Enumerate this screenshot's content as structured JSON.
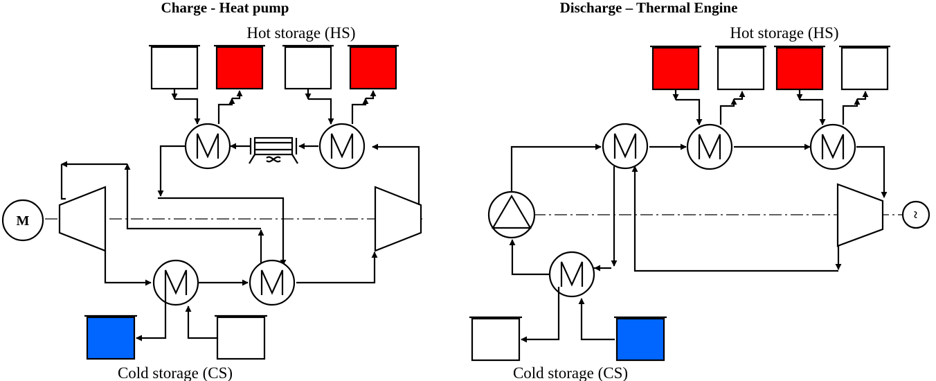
{
  "charge": {
    "title": "Charge - Heat pump",
    "hot_storage_label": "Hot storage (HS)",
    "cold_storage_label": "Cold storage (CS)",
    "motor_symbol": "M"
  },
  "discharge": {
    "title": "Discharge – Thermal Engine",
    "hot_storage_label": "Hot storage (HS)",
    "cold_storage_label": "Cold storage (CS)",
    "generator_symbol": "~"
  },
  "colors": {
    "hot": "#ff0000",
    "cold": "#0066ff",
    "line": "#000000",
    "empty": "#ffffff"
  }
}
